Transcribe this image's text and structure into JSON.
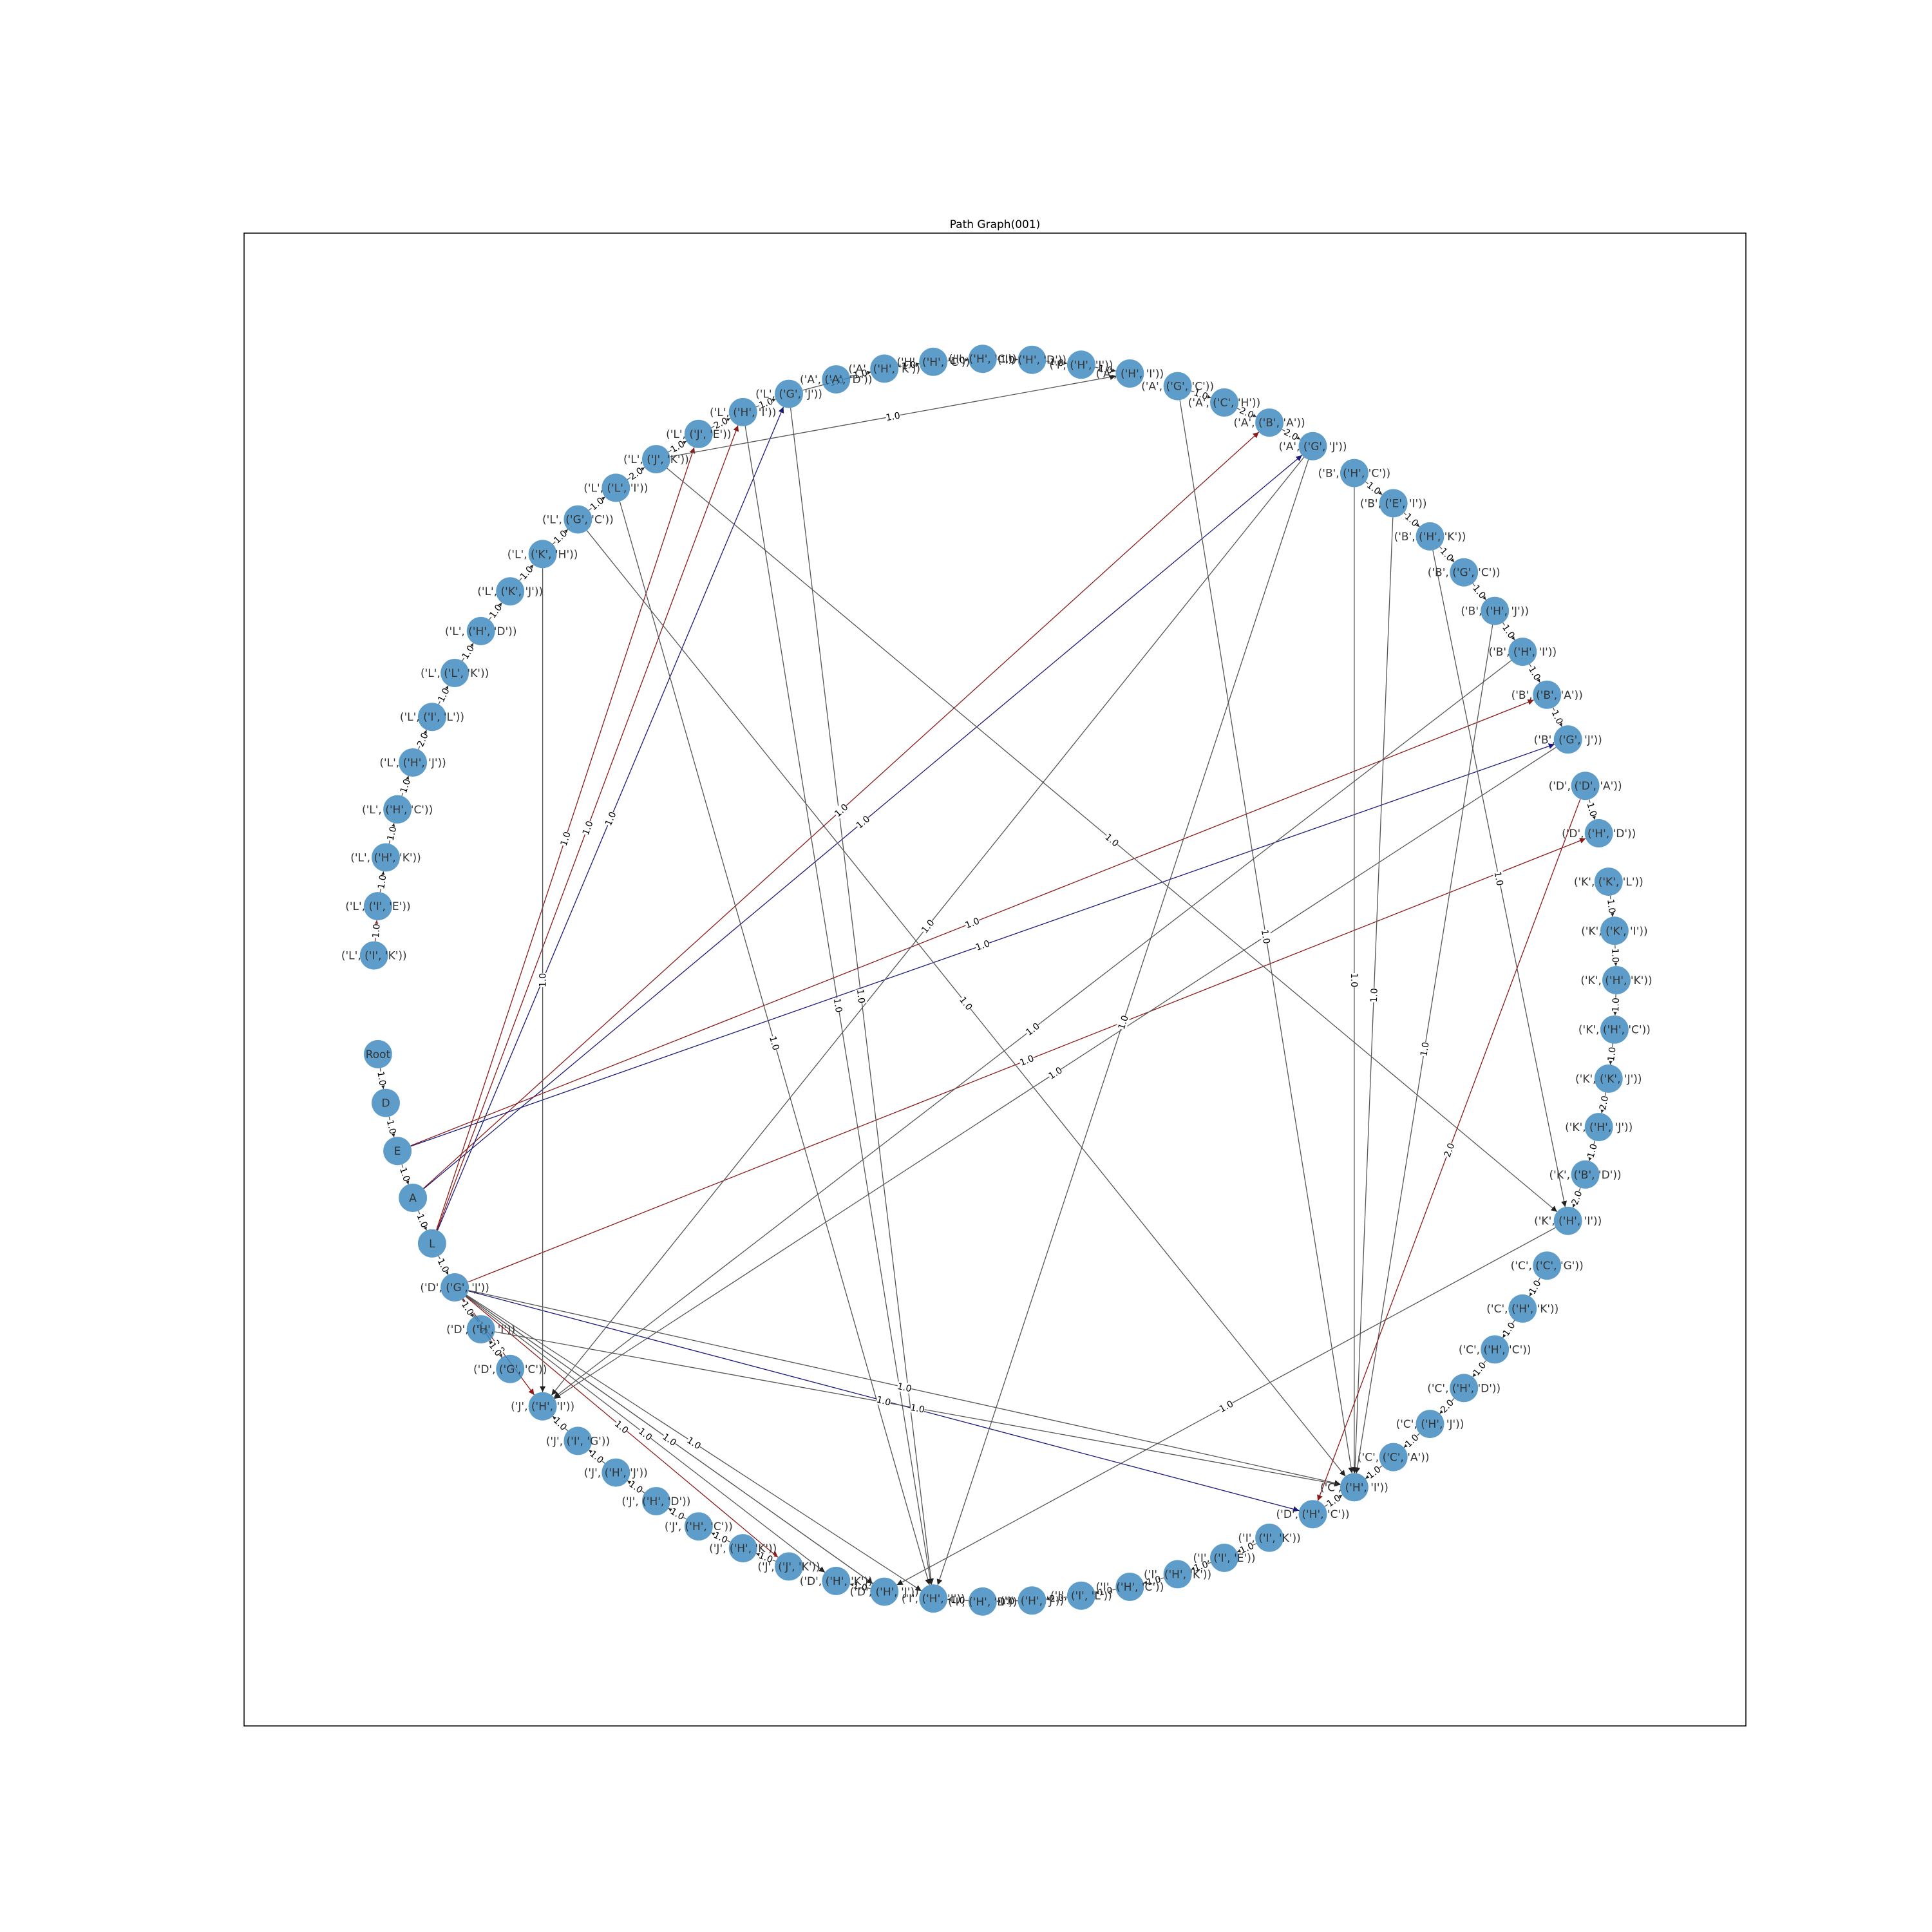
{
  "title": "Path Graph(001)",
  "colors": {
    "node_fill": "#3a87bd",
    "edge_default": "#555555",
    "edge_red": "#8b1a1a",
    "edge_blue": "#1a1a7a",
    "frame": "#000000"
  },
  "nodes": [
    "('L', ('I', 'K'))",
    "('L', ('I', 'E'))",
    "('L', ('H', 'K'))",
    "('L', ('H', 'C'))",
    "('L', ('H', 'J'))",
    "('L', ('I', 'L'))",
    "('L', ('L', 'K'))",
    "('L', ('H', 'D'))",
    "('L', ('K', 'J'))",
    "('L', ('K', 'H'))",
    "('L', ('G', 'C'))",
    "('L', ('L', 'I'))",
    "('L', ('J', 'K'))",
    "('L', ('J', 'E'))",
    "('L', ('H', 'I'))",
    "('L', ('G', 'J'))",
    "('A', ('A', 'D'))",
    "('A', ('H', 'K'))",
    "('H', ('H', 'C'))",
    "('I', ('H', 'C'))",
    "('I', ('H', 'D'))",
    "('I', ('H', 'J'))",
    "('A', ('H', 'I'))",
    "('A', ('G', 'C'))",
    "('A', ('C', 'H'))",
    "('A', ('B', 'A'))",
    "('A', ('G', 'J'))",
    "('B', ('H', 'C'))",
    "('B', ('E', 'I'))",
    "('B', ('H', 'K'))",
    "('B', ('G', 'C'))",
    "('B', ('H', 'J'))",
    "('B', ('H', 'I'))",
    "('B', ('B', 'A'))",
    "('B', ('G', 'J'))",
    "('D', ('D', 'A'))",
    "('D', ('H', 'D'))",
    "('K', ('K', 'L'))",
    "('K', ('K', 'I'))",
    "('K', ('H', 'K'))",
    "('K', ('H', 'C'))",
    "('K', ('K', 'J'))",
    "('K', ('H', 'J'))",
    "('K', ('B', 'D'))",
    "('K', ('H', 'I'))",
    "('C', ('C', 'G'))",
    "('C', ('H', 'K'))",
    "('C', ('H', 'C'))",
    "('C', ('H', 'D'))",
    "('C', ('H', 'J'))",
    "('C', ('C', 'A'))",
    "('C', ('H', 'I'))",
    "('D', ('H', 'C'))",
    "('I', ('I', 'K'))",
    "('I', ('I', 'E'))",
    "('I', ('H', 'K'))",
    "('I', ('H', 'C'))",
    "('I', ('I', 'L'))",
    "('I', ('H', 'J'))",
    "('I', ('H', 'D'))",
    "('I', ('H', 'I'))",
    "('D', ('H', 'J'))",
    "('D', ('H', 'K'))",
    "('J', ('J', 'K'))",
    "('J', ('H', 'K'))",
    "('J', ('H', 'C'))",
    "('J', ('H', 'D'))",
    "('J', ('H', 'J'))",
    "('J', ('I', 'G'))",
    "('J', ('H', 'I'))",
    "('D', ('G', 'C'))",
    "('D', ('H', 'I'))",
    "('D', ('G', 'J'))",
    "L",
    "A",
    "E",
    "D",
    "Root"
  ],
  "edges": [
    {
      "from": 78,
      "to": 77,
      "label": "1.0",
      "color": "default"
    },
    {
      "from": 77,
      "to": 76,
      "label": "1.0",
      "color": "default"
    },
    {
      "from": 76,
      "to": 75,
      "label": "1.0",
      "color": "default"
    },
    {
      "from": 75,
      "to": 74,
      "label": "1.0",
      "color": "default"
    },
    {
      "from": 74,
      "to": 73,
      "label": "1.0",
      "color": "default"
    },
    {
      "from": 73,
      "to": 72,
      "label": "1.0",
      "color": "default"
    },
    {
      "from": 72,
      "to": 71,
      "label": "1.0",
      "color": "default"
    },
    {
      "from": 72,
      "to": 70,
      "label": "1.0",
      "color": "default"
    },
    {
      "from": 72,
      "to": 69,
      "label": "2.0",
      "color": "red"
    },
    {
      "from": 72,
      "to": 63,
      "label": "1.0",
      "color": "red"
    },
    {
      "from": 72,
      "to": 62,
      "label": "1.0",
      "color": "default"
    },
    {
      "from": 72,
      "to": 61,
      "label": "1.0",
      "color": "default"
    },
    {
      "from": 72,
      "to": 52,
      "label": "1.0",
      "color": "blue"
    },
    {
      "from": 72,
      "to": 51,
      "label": "1.0",
      "color": "default"
    },
    {
      "from": 72,
      "to": 36,
      "label": "1.0",
      "color": "red"
    },
    {
      "from": 74,
      "to": 26,
      "label": "1.0",
      "color": "blue"
    },
    {
      "from": 74,
      "to": 25,
      "label": "1.0",
      "color": "red"
    },
    {
      "from": 75,
      "to": 34,
      "label": "1.0",
      "color": "blue"
    },
    {
      "from": 75,
      "to": 33,
      "label": "1.0",
      "color": "red"
    },
    {
      "from": 73,
      "to": 15,
      "label": "1.0",
      "color": "blue"
    },
    {
      "from": 73,
      "to": 14,
      "label": "1.0",
      "color": "red"
    },
    {
      "from": 73,
      "to": 13,
      "label": "1.0",
      "color": "red"
    },
    {
      "from": 0,
      "to": 1,
      "label": "1.0",
      "color": "red"
    },
    {
      "from": 1,
      "to": 2,
      "label": "1.0",
      "color": "default"
    },
    {
      "from": 2,
      "to": 3,
      "label": "1.0",
      "color": "default"
    },
    {
      "from": 3,
      "to": 4,
      "label": "1.0",
      "color": "default"
    },
    {
      "from": 4,
      "to": 5,
      "label": "2.0",
      "color": "default"
    },
    {
      "from": 5,
      "to": 6,
      "label": "1.0",
      "color": "default"
    },
    {
      "from": 6,
      "to": 7,
      "label": "1.0",
      "color": "default"
    },
    {
      "from": 7,
      "to": 8,
      "label": "1.0",
      "color": "default"
    },
    {
      "from": 8,
      "to": 9,
      "label": "1.0",
      "color": "default"
    },
    {
      "from": 9,
      "to": 10,
      "label": "1.0",
      "color": "default"
    },
    {
      "from": 10,
      "to": 11,
      "label": "1.0",
      "color": "default"
    },
    {
      "from": 11,
      "to": 12,
      "label": "2.0",
      "color": "default"
    },
    {
      "from": 12,
      "to": 13,
      "label": "1.0",
      "color": "default"
    },
    {
      "from": 13,
      "to": 14,
      "label": "2.0",
      "color": "default"
    },
    {
      "from": 14,
      "to": 15,
      "label": "1.0",
      "color": "default"
    },
    {
      "from": 16,
      "to": 17,
      "label": "1.0",
      "color": "default"
    },
    {
      "from": 17,
      "to": 18,
      "label": "1.0",
      "color": "default"
    },
    {
      "from": 18,
      "to": 19,
      "label": "1.0",
      "color": "default"
    },
    {
      "from": 19,
      "to": 20,
      "label": "1.0",
      "color": "default"
    },
    {
      "from": 20,
      "to": 21,
      "label": "1.0",
      "color": "default"
    },
    {
      "from": 21,
      "to": 22,
      "label": "1.0",
      "color": "default"
    },
    {
      "from": 23,
      "to": 24,
      "label": "1.0",
      "color": "default"
    },
    {
      "from": 24,
      "to": 25,
      "label": "2.0",
      "color": "default"
    },
    {
      "from": 25,
      "to": 26,
      "label": "2.0",
      "color": "default"
    },
    {
      "from": 27,
      "to": 28,
      "label": "1.0",
      "color": "default"
    },
    {
      "from": 28,
      "to": 29,
      "label": "1.0",
      "color": "default"
    },
    {
      "from": 29,
      "to": 30,
      "label": "1.0",
      "color": "default"
    },
    {
      "from": 30,
      "to": 31,
      "label": "1.0",
      "color": "default"
    },
    {
      "from": 31,
      "to": 32,
      "label": "1.0",
      "color": "default"
    },
    {
      "from": 32,
      "to": 33,
      "label": "1.0",
      "color": "default"
    },
    {
      "from": 33,
      "to": 34,
      "label": "1.0",
      "color": "default"
    },
    {
      "from": 35,
      "to": 36,
      "label": "1.0",
      "color": "default"
    },
    {
      "from": 37,
      "to": 38,
      "label": "1.0",
      "color": "default"
    },
    {
      "from": 38,
      "to": 39,
      "label": "1.0",
      "color": "default"
    },
    {
      "from": 39,
      "to": 40,
      "label": "1.0",
      "color": "default"
    },
    {
      "from": 40,
      "to": 41,
      "label": "1.0",
      "color": "default"
    },
    {
      "from": 41,
      "to": 42,
      "label": "2.0",
      "color": "default"
    },
    {
      "from": 42,
      "to": 43,
      "label": "1.0",
      "color": "default"
    },
    {
      "from": 43,
      "to": 44,
      "label": "2.0",
      "color": "default"
    },
    {
      "from": 45,
      "to": 46,
      "label": "1.0",
      "color": "default"
    },
    {
      "from": 46,
      "to": 47,
      "label": "1.0",
      "color": "default"
    },
    {
      "from": 47,
      "to": 48,
      "label": "1.0",
      "color": "default"
    },
    {
      "from": 48,
      "to": 49,
      "label": "2.0",
      "color": "default"
    },
    {
      "from": 49,
      "to": 50,
      "label": "1.0",
      "color": "default"
    },
    {
      "from": 50,
      "to": 51,
      "label": "1.0",
      "color": "default"
    },
    {
      "from": 52,
      "to": 51,
      "label": "1.0",
      "color": "default"
    },
    {
      "from": 53,
      "to": 54,
      "label": "1.0",
      "color": "default"
    },
    {
      "from": 54,
      "to": 55,
      "label": "1.0",
      "color": "default"
    },
    {
      "from": 55,
      "to": 56,
      "label": "1.0",
      "color": "default"
    },
    {
      "from": 56,
      "to": 57,
      "label": "1.0",
      "color": "default"
    },
    {
      "from": 57,
      "to": 58,
      "label": "2.0",
      "color": "default"
    },
    {
      "from": 58,
      "to": 59,
      "label": "1.0",
      "color": "default"
    },
    {
      "from": 59,
      "to": 60,
      "label": "1.0",
      "color": "default"
    },
    {
      "from": 61,
      "to": 62,
      "label": "1.0",
      "color": "default"
    },
    {
      "from": 63,
      "to": 64,
      "label": "1.0",
      "color": "default"
    },
    {
      "from": 64,
      "to": 65,
      "label": "1.0",
      "color": "default"
    },
    {
      "from": 65,
      "to": 66,
      "label": "1.0",
      "color": "default"
    },
    {
      "from": 66,
      "to": 67,
      "label": "1.0",
      "color": "default"
    },
    {
      "from": 67,
      "to": 68,
      "label": "1.0",
      "color": "default"
    },
    {
      "from": 68,
      "to": 69,
      "label": "1.0",
      "color": "default"
    },
    {
      "from": 70,
      "to": 71,
      "label": "1.0",
      "color": "default"
    },
    {
      "from": 15,
      "to": 60,
      "label": "1.0",
      "color": "default"
    },
    {
      "from": 14,
      "to": 60,
      "label": "1.0",
      "color": "default"
    },
    {
      "from": 11,
      "to": 60,
      "label": "1.0",
      "color": "default"
    },
    {
      "from": 10,
      "to": 51,
      "label": "1.0",
      "color": "default"
    },
    {
      "from": 12,
      "to": 44,
      "label": "1.0",
      "color": "default"
    },
    {
      "from": 9,
      "to": 69,
      "label": "1.0",
      "color": "default"
    },
    {
      "from": 12,
      "to": 22,
      "label": "1.0",
      "color": "default"
    },
    {
      "from": 15,
      "to": 17,
      "label": "1.0",
      "color": "default"
    },
    {
      "from": 23,
      "to": 51,
      "label": "1.0",
      "color": "default"
    },
    {
      "from": 26,
      "to": 69,
      "label": "1.0",
      "color": "default"
    },
    {
      "from": 26,
      "to": 60,
      "label": "1.0",
      "color": "default"
    },
    {
      "from": 27,
      "to": 51,
      "label": "1.0",
      "color": "default"
    },
    {
      "from": 28,
      "to": 51,
      "label": "1.0",
      "color": "default"
    },
    {
      "from": 29,
      "to": 44,
      "label": "1.0",
      "color": "default"
    },
    {
      "from": 31,
      "to": 51,
      "label": "1.0",
      "color": "default"
    },
    {
      "from": 32,
      "to": 69,
      "label": "1.0",
      "color": "default"
    },
    {
      "from": 34,
      "to": 69,
      "label": "1.0",
      "color": "default"
    },
    {
      "from": 35,
      "to": 52,
      "label": "2.0",
      "color": "red"
    },
    {
      "from": 44,
      "to": 61,
      "label": "1.0",
      "color": "default"
    },
    {
      "from": 71,
      "to": 51,
      "label": "1.0",
      "color": "default"
    },
    {
      "from": 72,
      "to": 60,
      "label": "1.0",
      "color": "default"
    },
    {
      "from": 72,
      "to": 61,
      "label": "1.0",
      "color": "default"
    }
  ]
}
